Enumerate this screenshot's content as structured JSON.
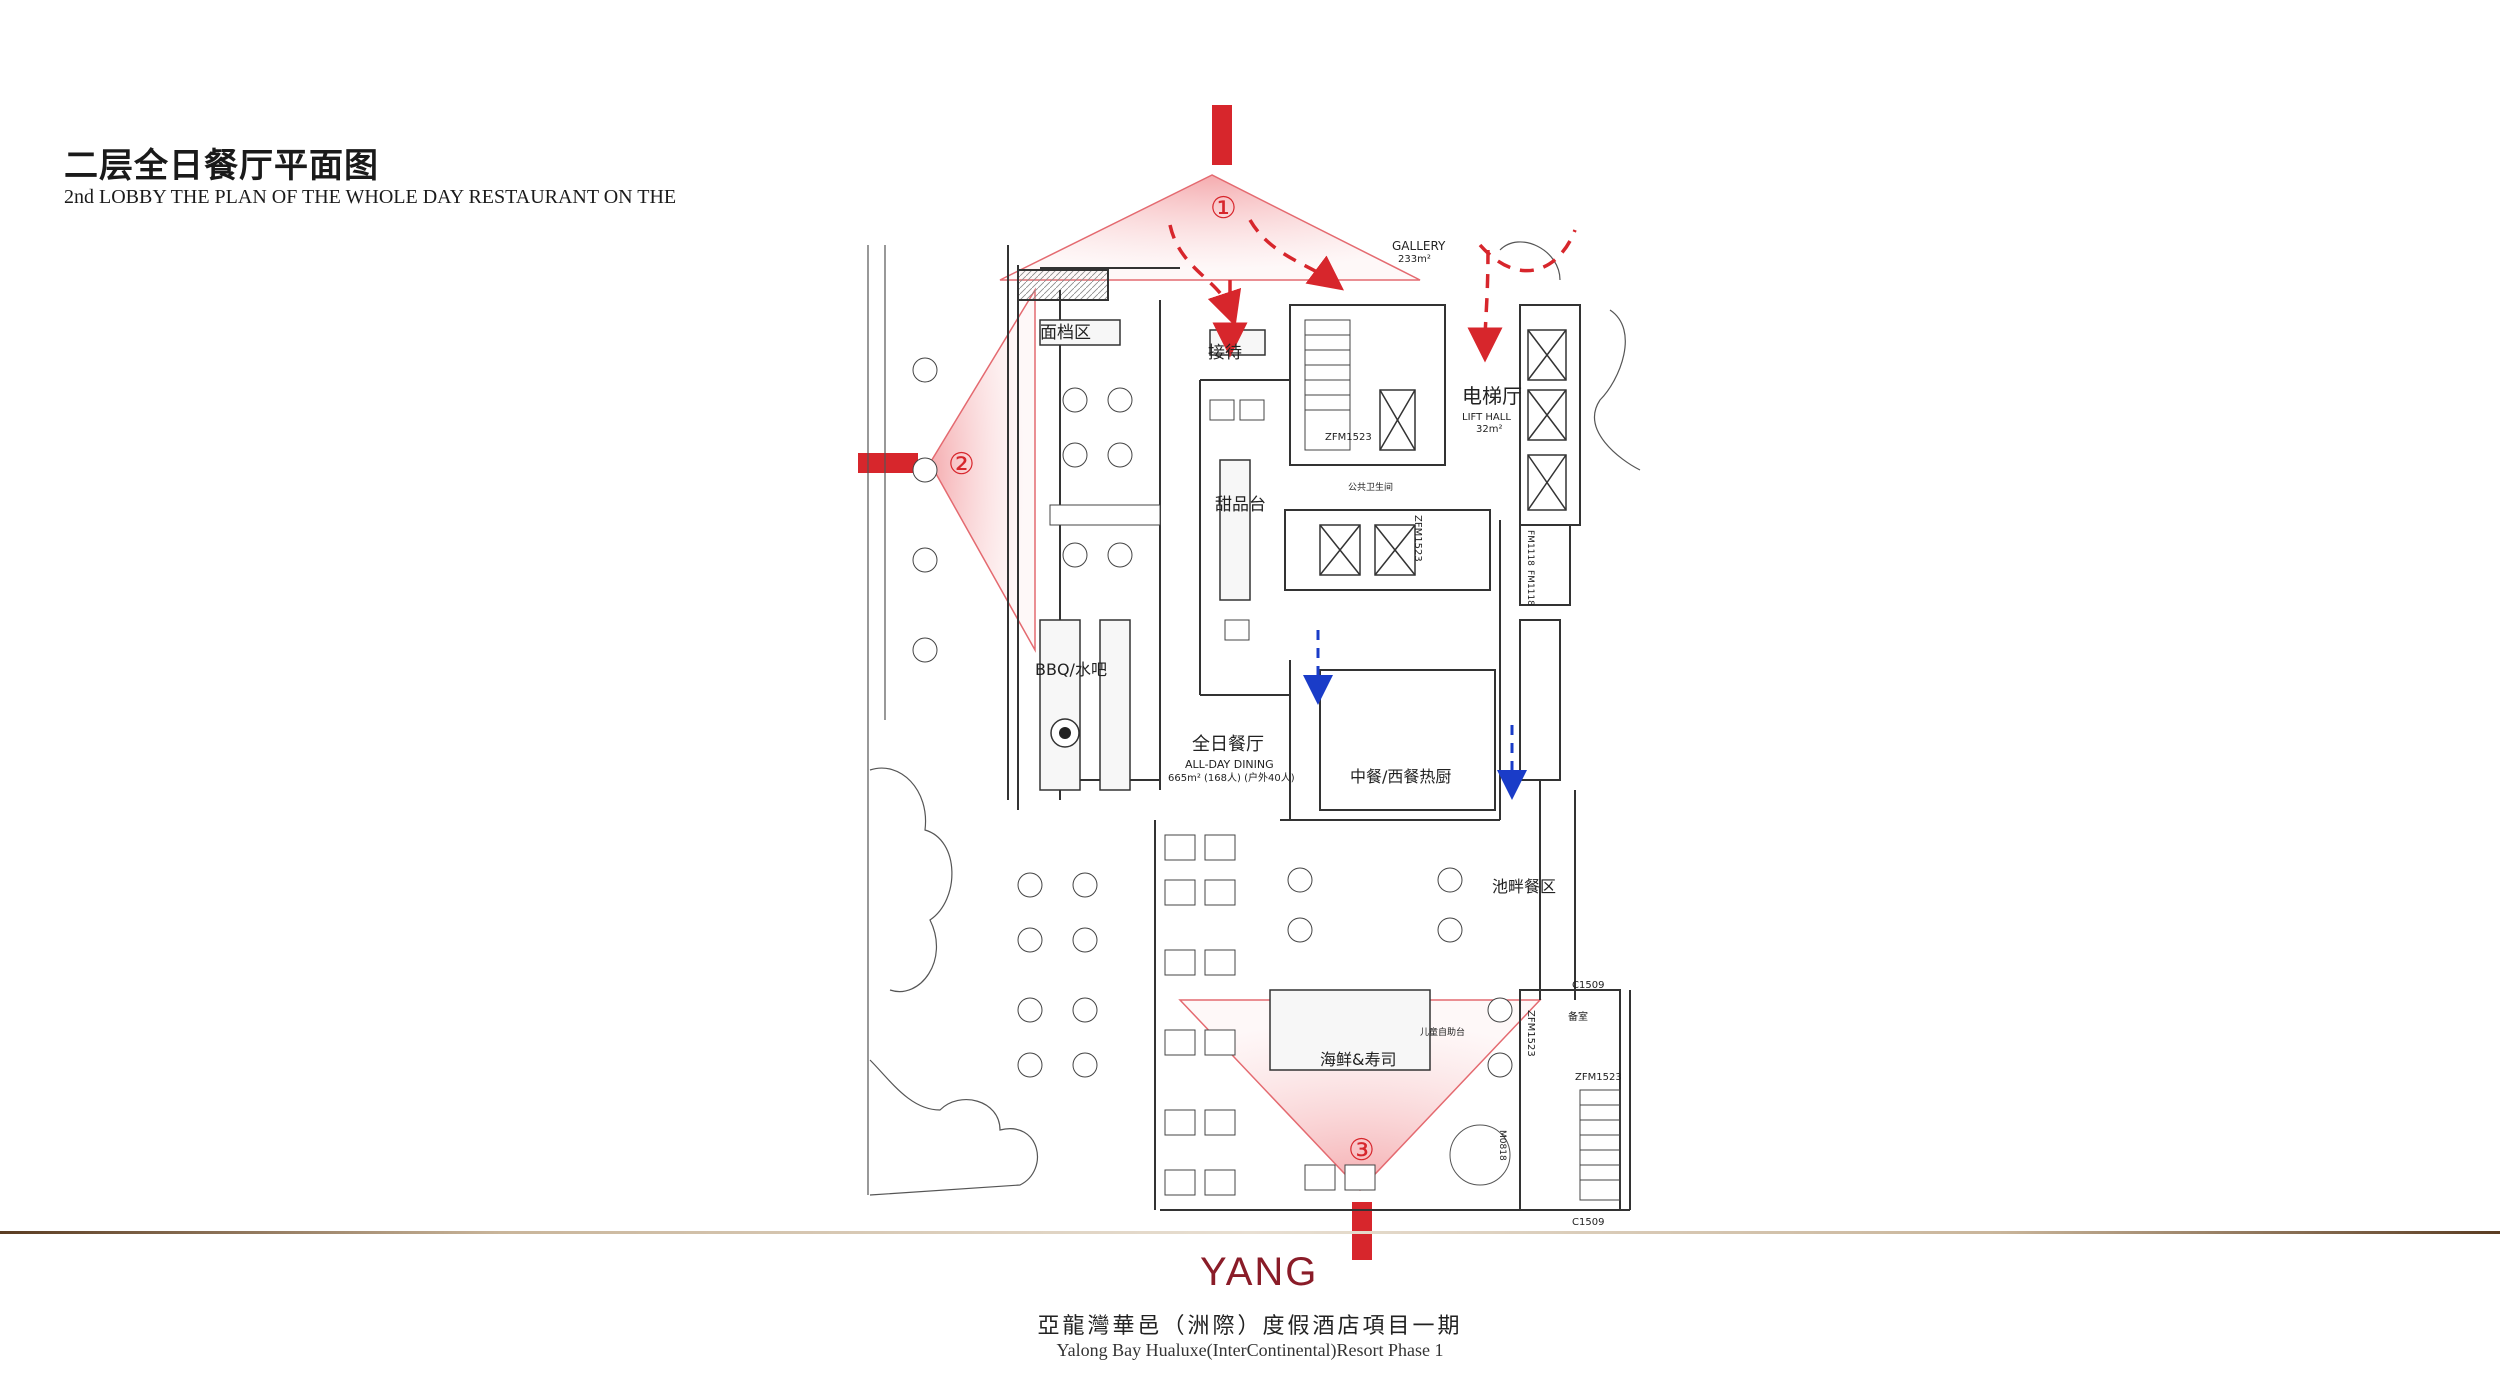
{
  "header": {
    "title_cn": "二层全日餐厅平面图",
    "title_en": "2nd LOBBY THE PLAN OF THE WHOLE DAY RESTAURANT ON THE"
  },
  "plan": {
    "viewpoints": [
      "①",
      "②",
      "③"
    ],
    "labels": {
      "gallery": "GALLERY",
      "gallery_area": "233m²",
      "reception": "接待",
      "noodle": "面档区",
      "lift_hall_cn": "电梯厅",
      "lift_hall_en": "LIFT HALL",
      "lift_hall_area": "32m²",
      "dessert": "甜品台",
      "bbq": "BBQ/水吧",
      "all_day_cn": "全日餐厅",
      "all_day_en": "ALL-DAY DINING",
      "all_day_area": "665m² (168人) (户外40人)",
      "kitchen": "中餐/西餐热厨",
      "outdoor": "池畔餐区",
      "seafood": "海鲜&寿司",
      "door_1": "ZFM1523",
      "door_2": "ZFM1523",
      "door_3": "ZFM1523",
      "door_4": "ZFM1523",
      "door_5": "FM1118",
      "door_6": "FM1118",
      "win_1": "C1509",
      "win_2": "C1509",
      "door_7": "M0818",
      "public_wc": "公共卫生间",
      "bar_label": "儿童自助台",
      "room": "备室"
    }
  },
  "footer": {
    "logo": "YANG",
    "project_cn": "亞龍灣華邑（洲際）度假酒店項目一期",
    "project_en": "Yalong Bay Hualuxe(InterContinental)Resort Phase 1"
  },
  "colors": {
    "accent_red": "#d7262c",
    "arrow_blue": "#1a3cc8",
    "logo_red": "#8a1c28",
    "line": "#333333"
  }
}
